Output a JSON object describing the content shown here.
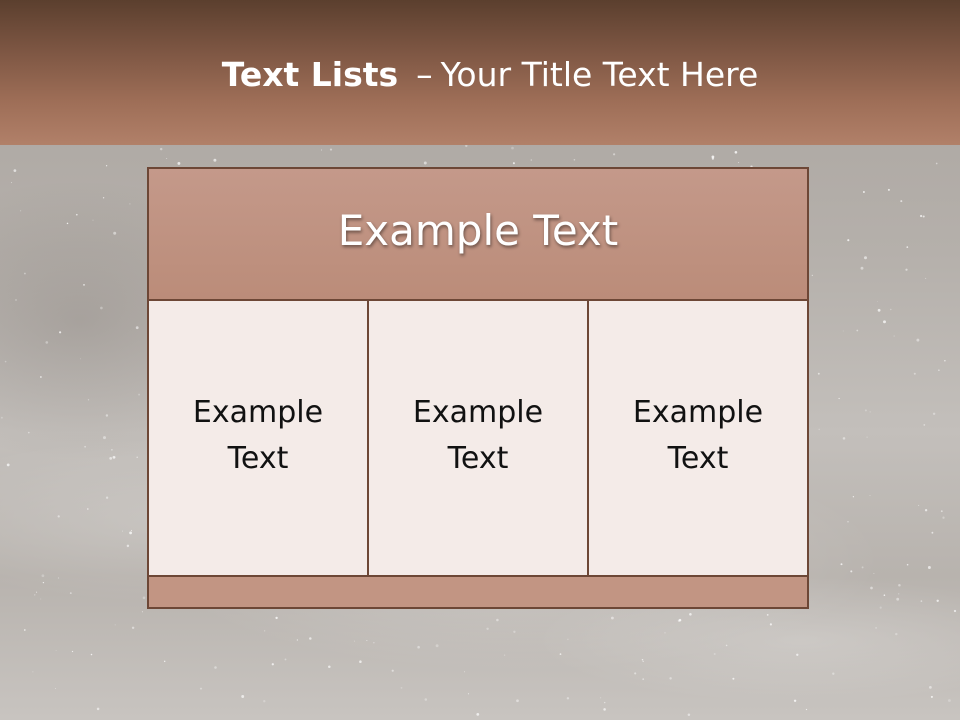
{
  "header": {
    "title_strong": "Text Lists",
    "title_dash": "–",
    "title_rest": "Your Title Text Here"
  },
  "main": {
    "heading": "Example Text",
    "cells": [
      {
        "text": "Example Text"
      },
      {
        "text": "Example Text"
      },
      {
        "text": "Example Text"
      }
    ]
  },
  "colors": {
    "header": "#9e6e57",
    "box_fill": "#c29583",
    "cell_fill": "#f4ebe8",
    "border": "#6d4736"
  }
}
